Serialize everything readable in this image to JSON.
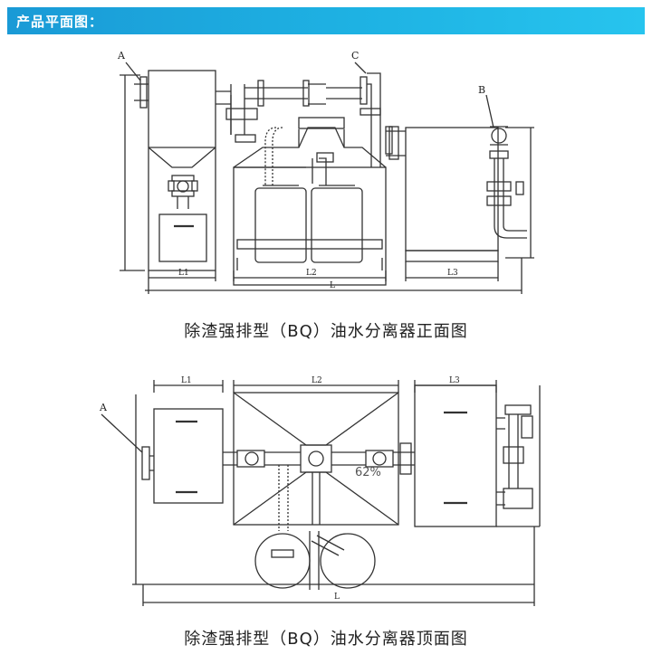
{
  "header": {
    "title": "产品平面图："
  },
  "front_view": {
    "caption": "除渣强排型（BQ）油水分离器正面图",
    "labels": {
      "a": "A",
      "b": "B",
      "c": "C",
      "l1": "L1",
      "l2": "L2",
      "l3": "L3",
      "l": "L"
    }
  },
  "top_view": {
    "caption": "除渣强排型（BQ）油水分离器顶面图",
    "labels": {
      "a": "A",
      "l1": "L1",
      "l2": "L2",
      "l3": "L3",
      "l": "L",
      "percent": "62%"
    }
  }
}
